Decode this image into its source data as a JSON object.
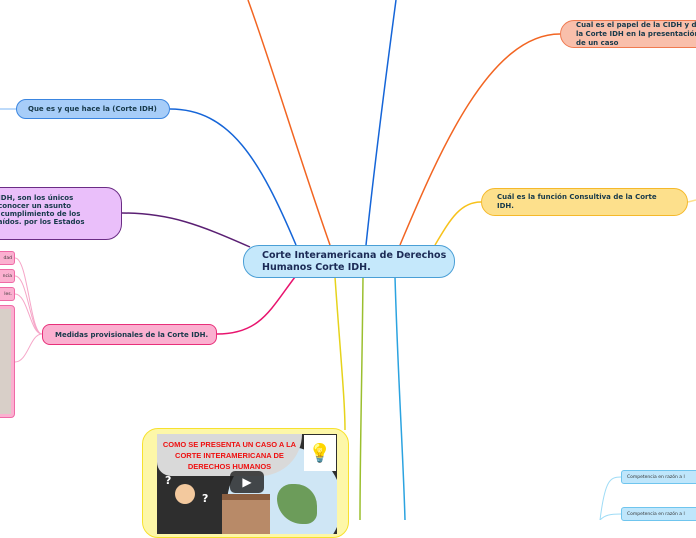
{
  "central": {
    "title": "Corte Interamericana de Derechos Humanos Corte IDH."
  },
  "branches": {
    "que_es": "Que es y que hace la (Corte IDH)",
    "purple": "e IDH, son los únicos\na conocer un asunto\nel cumplimiento de los\ntraídos. por los Estados\n.",
    "medidas": "Medidas provisionales de la Corte IDH.",
    "cidh": "Cual es el papel de la CIDH y de la Corte IDH en la presentación de un caso",
    "consultiva": "Cuál es la función Consultiva de la Corte IDH."
  },
  "medidas_children": [
    "dad",
    "ncia",
    "les."
  ],
  "competencia_children": [
    "Competencia en razón a l",
    "Competencia en razón a l"
  ],
  "video": {
    "title": "COMO SE PRESENTA UN CASO A LA CORTE INTERAMERICANA DE DERECHOS HUMANOS",
    "icons": [
      "play-icon",
      "lightbulb-brain-logo"
    ]
  },
  "colors": {
    "central": "#c5e8fb",
    "que_es": "#a7cdf8",
    "purple": "#eabffa",
    "medidas": "#fbb0d0",
    "cidh": "#f9bfab",
    "consultiva": "#fde08c",
    "video": "#fdf7a8"
  }
}
